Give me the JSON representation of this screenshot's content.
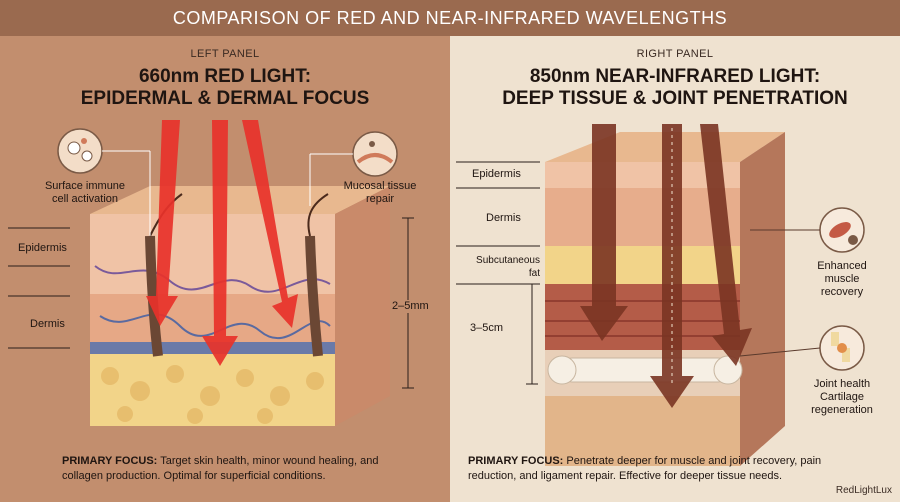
{
  "title": "COMPARISON OF RED AND NEAR-INFRARED WAVELENGTHS",
  "left": {
    "tag": "LEFT PANEL",
    "title_line1": "660nm RED LIGHT:",
    "title_line2": "EPIDERMAL & DERMAL FOCUS",
    "callout1_line1": "Surface immune",
    "callout1_line2": "cell activation",
    "callout2_line1": "Mucosal tissue",
    "callout2_line2": "repair",
    "layer_epidermis": "Epidermis",
    "layer_dermis": "Dermis",
    "depth": "2–5mm",
    "focus_label": "PRIMARY FOCUS:",
    "focus_text": " Target skin health, minor wound healing, and collagen production. Optimal for superficial conditions."
  },
  "right": {
    "tag": "RIGHT PANEL",
    "title_line1": "850nm NEAR-INFRARED LIGHT:",
    "title_line2": "DEEP TISSUE & JOINT PENETRATION",
    "layer_epidermis": "Epidermis",
    "layer_dermis": "Dermis",
    "layer_subq_line1": "Subcutaneous",
    "layer_subq_line2": "fat",
    "depth": "3–5cm",
    "callout1_line1": "Enhanced",
    "callout1_line2": "muscle",
    "callout1_line3": "recovery",
    "callout2_line1": "Joint health",
    "callout2_line2": "Cartilage",
    "callout2_line3": "regeneration",
    "focus_label": "PRIMARY FOCUS:",
    "focus_text": " Penetrate deeper for muscle and joint recovery, pain reduction, and ligament repair. Effective for deeper tissue needs."
  },
  "credit": "RedLightLux",
  "colors": {
    "banner": "#9a6a4f",
    "left_bg": "#c28e6e",
    "right_bg": "#efe2d0",
    "red_light": "#e8322a",
    "nir_light": "#7a3422"
  }
}
